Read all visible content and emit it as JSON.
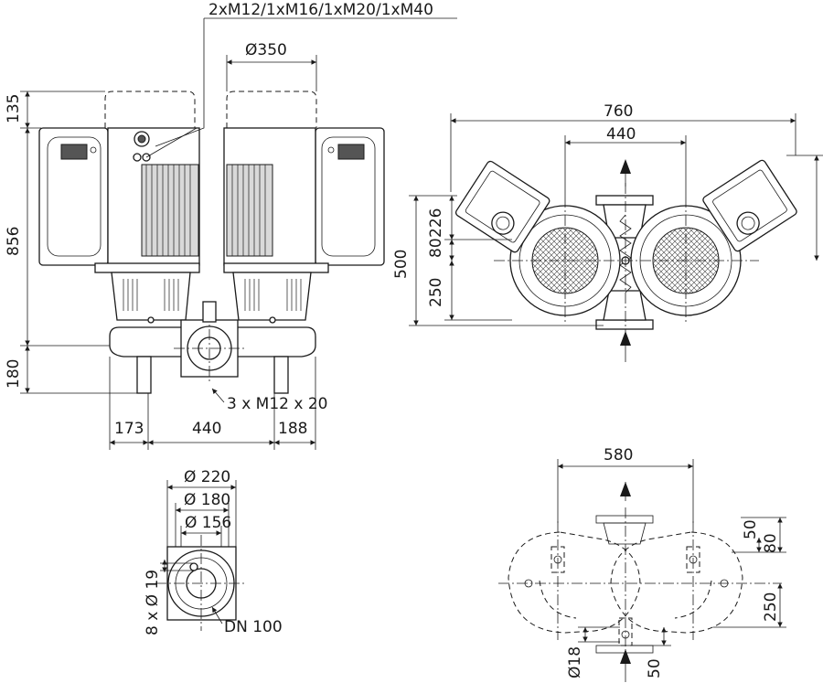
{
  "labels": {
    "cable_glands": "2xM12/1xM16/1xM20/1xM40",
    "diam_350": "Ø350",
    "h_135": "135",
    "h_856": "856",
    "h_180": "180",
    "bolts": "3 x M12 x 20",
    "w_173": "173",
    "w_440": "440",
    "w_188": "188",
    "top_760": "760",
    "top_440": "440",
    "top_500": "500",
    "top_226": "226",
    "top_80": "80",
    "top_250": "250",
    "flange_220": "Ø 220",
    "flange_180": "Ø 180",
    "flange_156": "Ø 156",
    "flange_holes": "8 x Ø 19",
    "flange_dn": "DN 100",
    "base_580": "580",
    "base_50a": "50",
    "base_80": "80",
    "base_250": "250",
    "base_18": "Ø18",
    "base_50b": "50"
  },
  "icons": [
    "flow-arrow-icon",
    "motor-fan-icon",
    "control-module-icon"
  ]
}
